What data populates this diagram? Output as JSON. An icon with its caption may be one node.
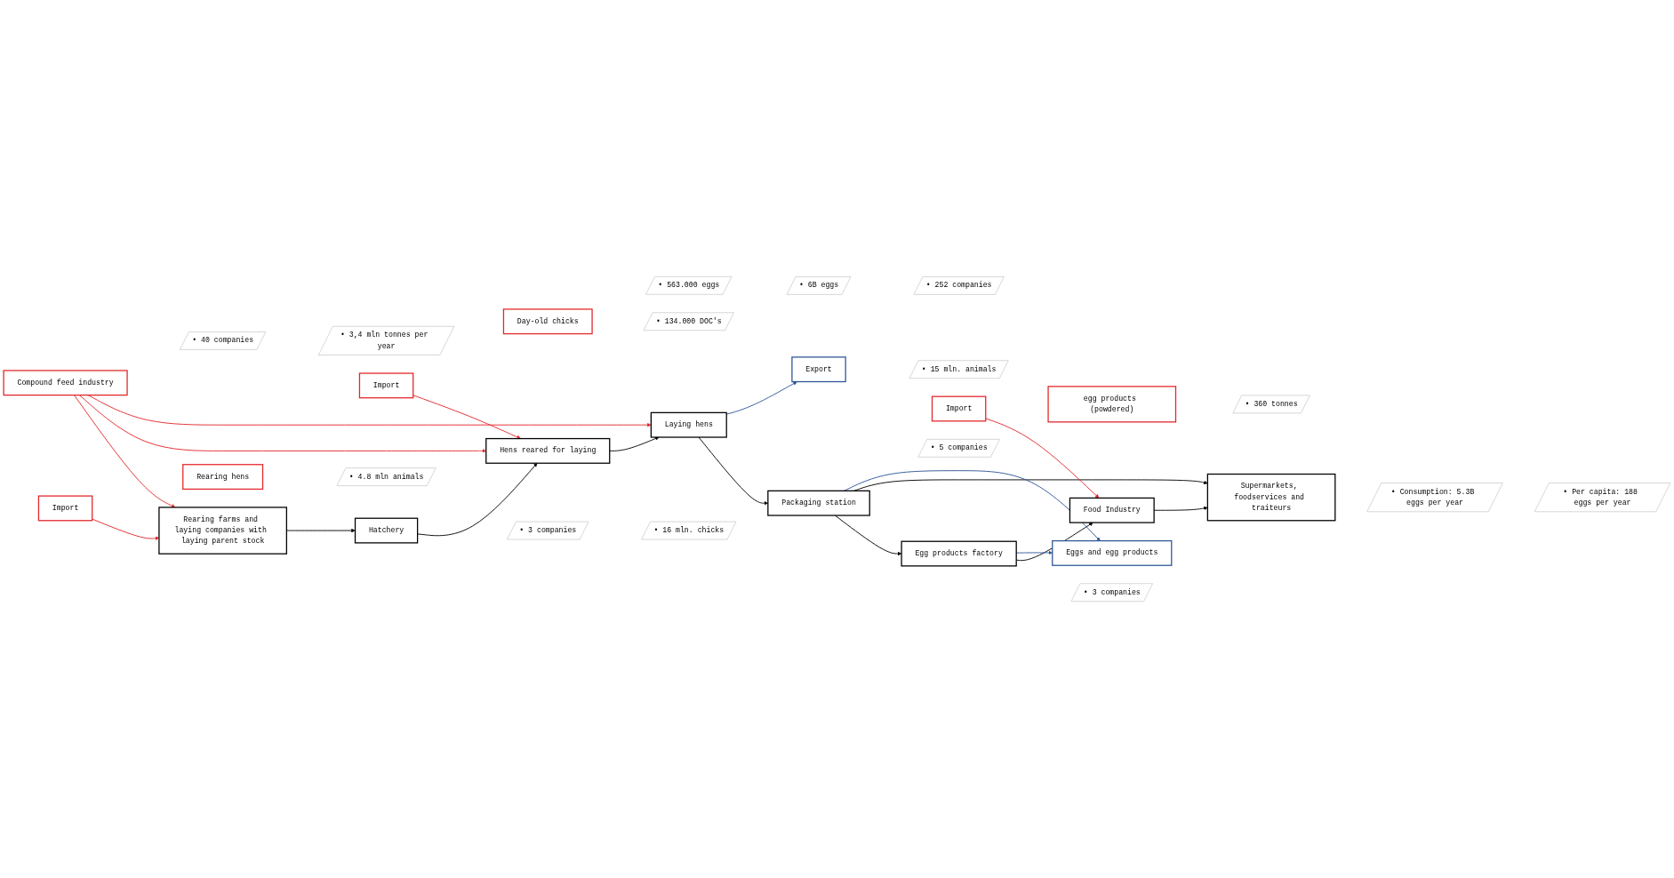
{
  "diagram": {
    "nodes": [
      {
        "text": [
          "• 563.000 eggs"
        ]
      },
      {
        "text": [
          "Export"
        ]
      },
      {
        "text": [
          "• 15 mln. animals"
        ]
      },
      {
        "text": [
          "Eggs and egg products"
        ]
      },
      {
        "text": [
          "• 3 companies"
        ]
      },
      {
        "text": [
          "• 6B eggs"
        ]
      },
      {
        "text": [
          "• Consumption: 5.3B eggs per year"
        ]
      },
      {
        "text": [
          "• 16 mln. chicks"
        ]
      },
      {
        "text": [
          "• 252 companies"
        ]
      },
      {
        "text": [
          "• 5 companies"
        ]
      },
      {
        "text": [
          "• 3 companies"
        ]
      },
      {
        "text": [
          "• Per capita: 188 eggs per year"
        ]
      },
      {
        "text": [
          "Rearing farms and laying companies with laying parent stock"
        ]
      },
      {
        "text": [
          "Hatchery"
        ]
      },
      {
        "text": [
          "Hens reared for laying"
        ]
      },
      {
        "text": [
          "Laying hens"
        ]
      },
      {
        "text": [
          "Packaging station"
        ]
      },
      {
        "text": [
          "Egg products factory"
        ]
      },
      {
        "text": [
          "Food Industry"
        ]
      },
      {
        "text": [
          "Supermarkets, foodservices and traiteurs"
        ]
      },
      {
        "text": [
          "Import"
        ]
      },
      {
        "text": [
          "Import"
        ]
      },
      {
        "text": [
          "Import"
        ]
      },
      {
        "text": [
          "Rearing hens"
        ]
      },
      {
        "text": [
          "Day-old chicks"
        ]
      },
      {
        "text": [
          "egg products (powdered)"
        ]
      },
      {
        "text": [
          "• 4.8 mln animals"
        ]
      },
      {
        "text": [
          "• 134.000 DOC's"
        ]
      },
      {
        "text": [
          "• 360 tonnes"
        ]
      },
      {
        "text": [
          "Compound feed industry"
        ]
      },
      {
        "text": [
          "• 40 companies"
        ]
      },
      {
        "text": [
          "• 3,4 mln tonnes per year"
        ]
      }
    ],
    "edges": [
      {
        "from": 12,
        "to": 13,
        "arrow": "to"
      },
      {
        "from": 13,
        "to": 14,
        "arrow": "to"
      },
      {
        "from": 14,
        "to": 15,
        "arrow": "to"
      },
      {
        "from": 15,
        "to": 16,
        "arrow": "to"
      },
      {
        "from": 16,
        "to": 17,
        "arrow": "to"
      },
      {
        "from": 17,
        "to": 18,
        "arrow": "to"
      },
      {
        "from": 18,
        "to": 19,
        "arrow": "to"
      },
      {
        "from": 16,
        "to": 19,
        "arrow": "to"
      },
      {
        "from": 15,
        "to": 1,
        "arrow": "to",
        "color": "#2f5597"
      },
      {
        "from": 16,
        "to": 3,
        "arrow": "to",
        "color": "#2f5597"
      },
      {
        "from": 17,
        "to": 3,
        "arrow": "to",
        "color": "#2f5597"
      },
      {
        "from": 20,
        "to": 12,
        "arrow": "to",
        "color": "#e3262a"
      },
      {
        "from": 29,
        "to": 12,
        "arrow": "to",
        "color": "#e3262a"
      },
      {
        "from": 29,
        "to": 14,
        "arrow": "to",
        "color": "#e3262a"
      },
      {
        "from": 21,
        "to": 14,
        "arrow": "to",
        "color": "#e3262a"
      },
      {
        "from": 29,
        "to": 15,
        "arrow": "to",
        "color": "#e3262a"
      },
      {
        "from": 22,
        "to": 18,
        "arrow": "to",
        "color": "#e3262a"
      }
    ]
  }
}
